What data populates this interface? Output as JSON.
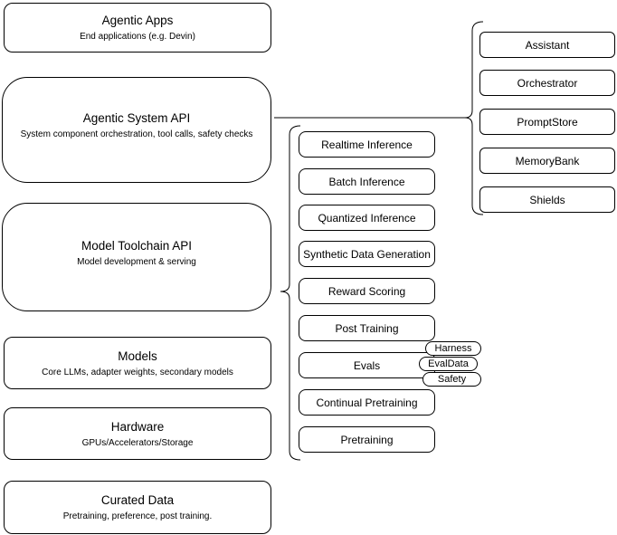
{
  "colors": {
    "stroke": "#000000",
    "fill": "#ffffff",
    "text": "#000000"
  },
  "left_stack": [
    {
      "title": "Agentic Apps",
      "subtitle": "End applications (e.g. Devin)"
    },
    {
      "title": "Agentic System API",
      "subtitle": "System component orchestration, tool calls, safety checks"
    },
    {
      "title": "Model Toolchain API",
      "subtitle": "Model development & serving"
    },
    {
      "title": "Models",
      "subtitle": "Core LLMs, adapter weights, secondary models"
    },
    {
      "title": "Hardware",
      "subtitle": "GPUs/Accelerators/Storage"
    },
    {
      "title": "Curated Data",
      "subtitle": "Pretraining, preference, post training."
    }
  ],
  "toolchain_services": [
    "Realtime Inference",
    "Batch Inference",
    "Quantized Inference",
    "Synthetic Data Generation",
    "Reward Scoring",
    "Post Training",
    "Evals",
    "Continual Pretraining",
    "Pretraining"
  ],
  "evals_tags": [
    "Harness",
    "EvalData",
    "Safety"
  ],
  "system_components": [
    "Assistant",
    "Orchestrator",
    "PromptStore",
    "MemoryBank",
    "Shields"
  ]
}
